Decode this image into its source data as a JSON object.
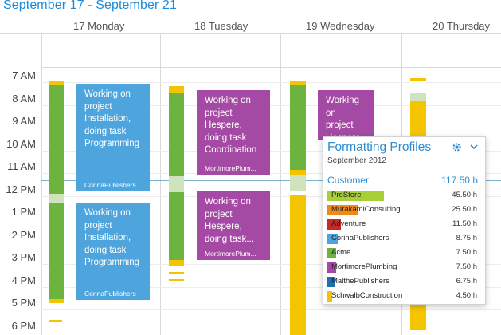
{
  "header": {
    "range_title": "September 17 - September 21"
  },
  "days": [
    {
      "label": "17 Monday"
    },
    {
      "label": "18 Tuesday"
    },
    {
      "label": "19 Wednesday"
    },
    {
      "label": "20 Thursday"
    }
  ],
  "hours": [
    "7 AM",
    "8 AM",
    "9 AM",
    "10 AM",
    "11 AM",
    "12 PM",
    "1 PM",
    "2 PM",
    "3 PM",
    "4 PM",
    "5 PM",
    "6 PM"
  ],
  "appointments": [
    {
      "title": "Working on\nproject\nInstallation,\ndoing task\nProgramming",
      "owner": "CorinaPublishers",
      "color": "#4ea4dd"
    },
    {
      "title": "Working on\nproject\nInstallation,\ndoing task\nProgramming",
      "owner": "CorinaPublishers",
      "color": "#4ea4dd"
    },
    {
      "title": "Working on\nproject\nHespere,\ndoing task\nCoordination",
      "owner": "MortimorePlum...",
      "color": "#a54aa4"
    },
    {
      "title": "Working on\nproject\nHespere,\ndoing task...",
      "owner": "MortimorePlum...",
      "color": "#a54aa4"
    },
    {
      "title": "Working on\nproject\nHespere,\ndoing task",
      "owner": "",
      "color": "#a54aa4"
    }
  ],
  "popup": {
    "title": "Formatting Profiles",
    "subtitle": "September 2012",
    "column_label": "Customer",
    "total": "117.50 h",
    "gear_icon": "gear-icon",
    "chevron_icon": "chevron-down-icon",
    "rows": [
      {
        "name": "ProStore",
        "value": "45.50 h",
        "hours": 45.5,
        "color": "#a8cf38"
      },
      {
        "name": "MurakamiConsulting",
        "value": "25.50 h",
        "hours": 25.5,
        "color": "#ef8a1a"
      },
      {
        "name": "Adventure",
        "value": "11.50 h",
        "hours": 11.5,
        "color": "#c8282a"
      },
      {
        "name": "CorinaPublishers",
        "value": "8.75 h",
        "hours": 8.75,
        "color": "#4ea4dd"
      },
      {
        "name": "Acme",
        "value": "7.50 h",
        "hours": 7.5,
        "color": "#6cb33f"
      },
      {
        "name": "MortimorePlumbing",
        "value": "7.50 h",
        "hours": 7.5,
        "color": "#a54aa4"
      },
      {
        "name": "MalthePublishers",
        "value": "6.75 h",
        "hours": 6.75,
        "color": "#1f6fb5"
      },
      {
        "name": "SchwalbConstruction",
        "value": "4.50 h",
        "hours": 4.5,
        "color": "#f5c400"
      }
    ]
  },
  "colors": {
    "accent": "#1f8ad6",
    "green": "#6cb33f",
    "light_green": "#cfe3bf",
    "yellow": "#f5c400",
    "blue": "#4ea4dd",
    "purple": "#a54aa4"
  }
}
